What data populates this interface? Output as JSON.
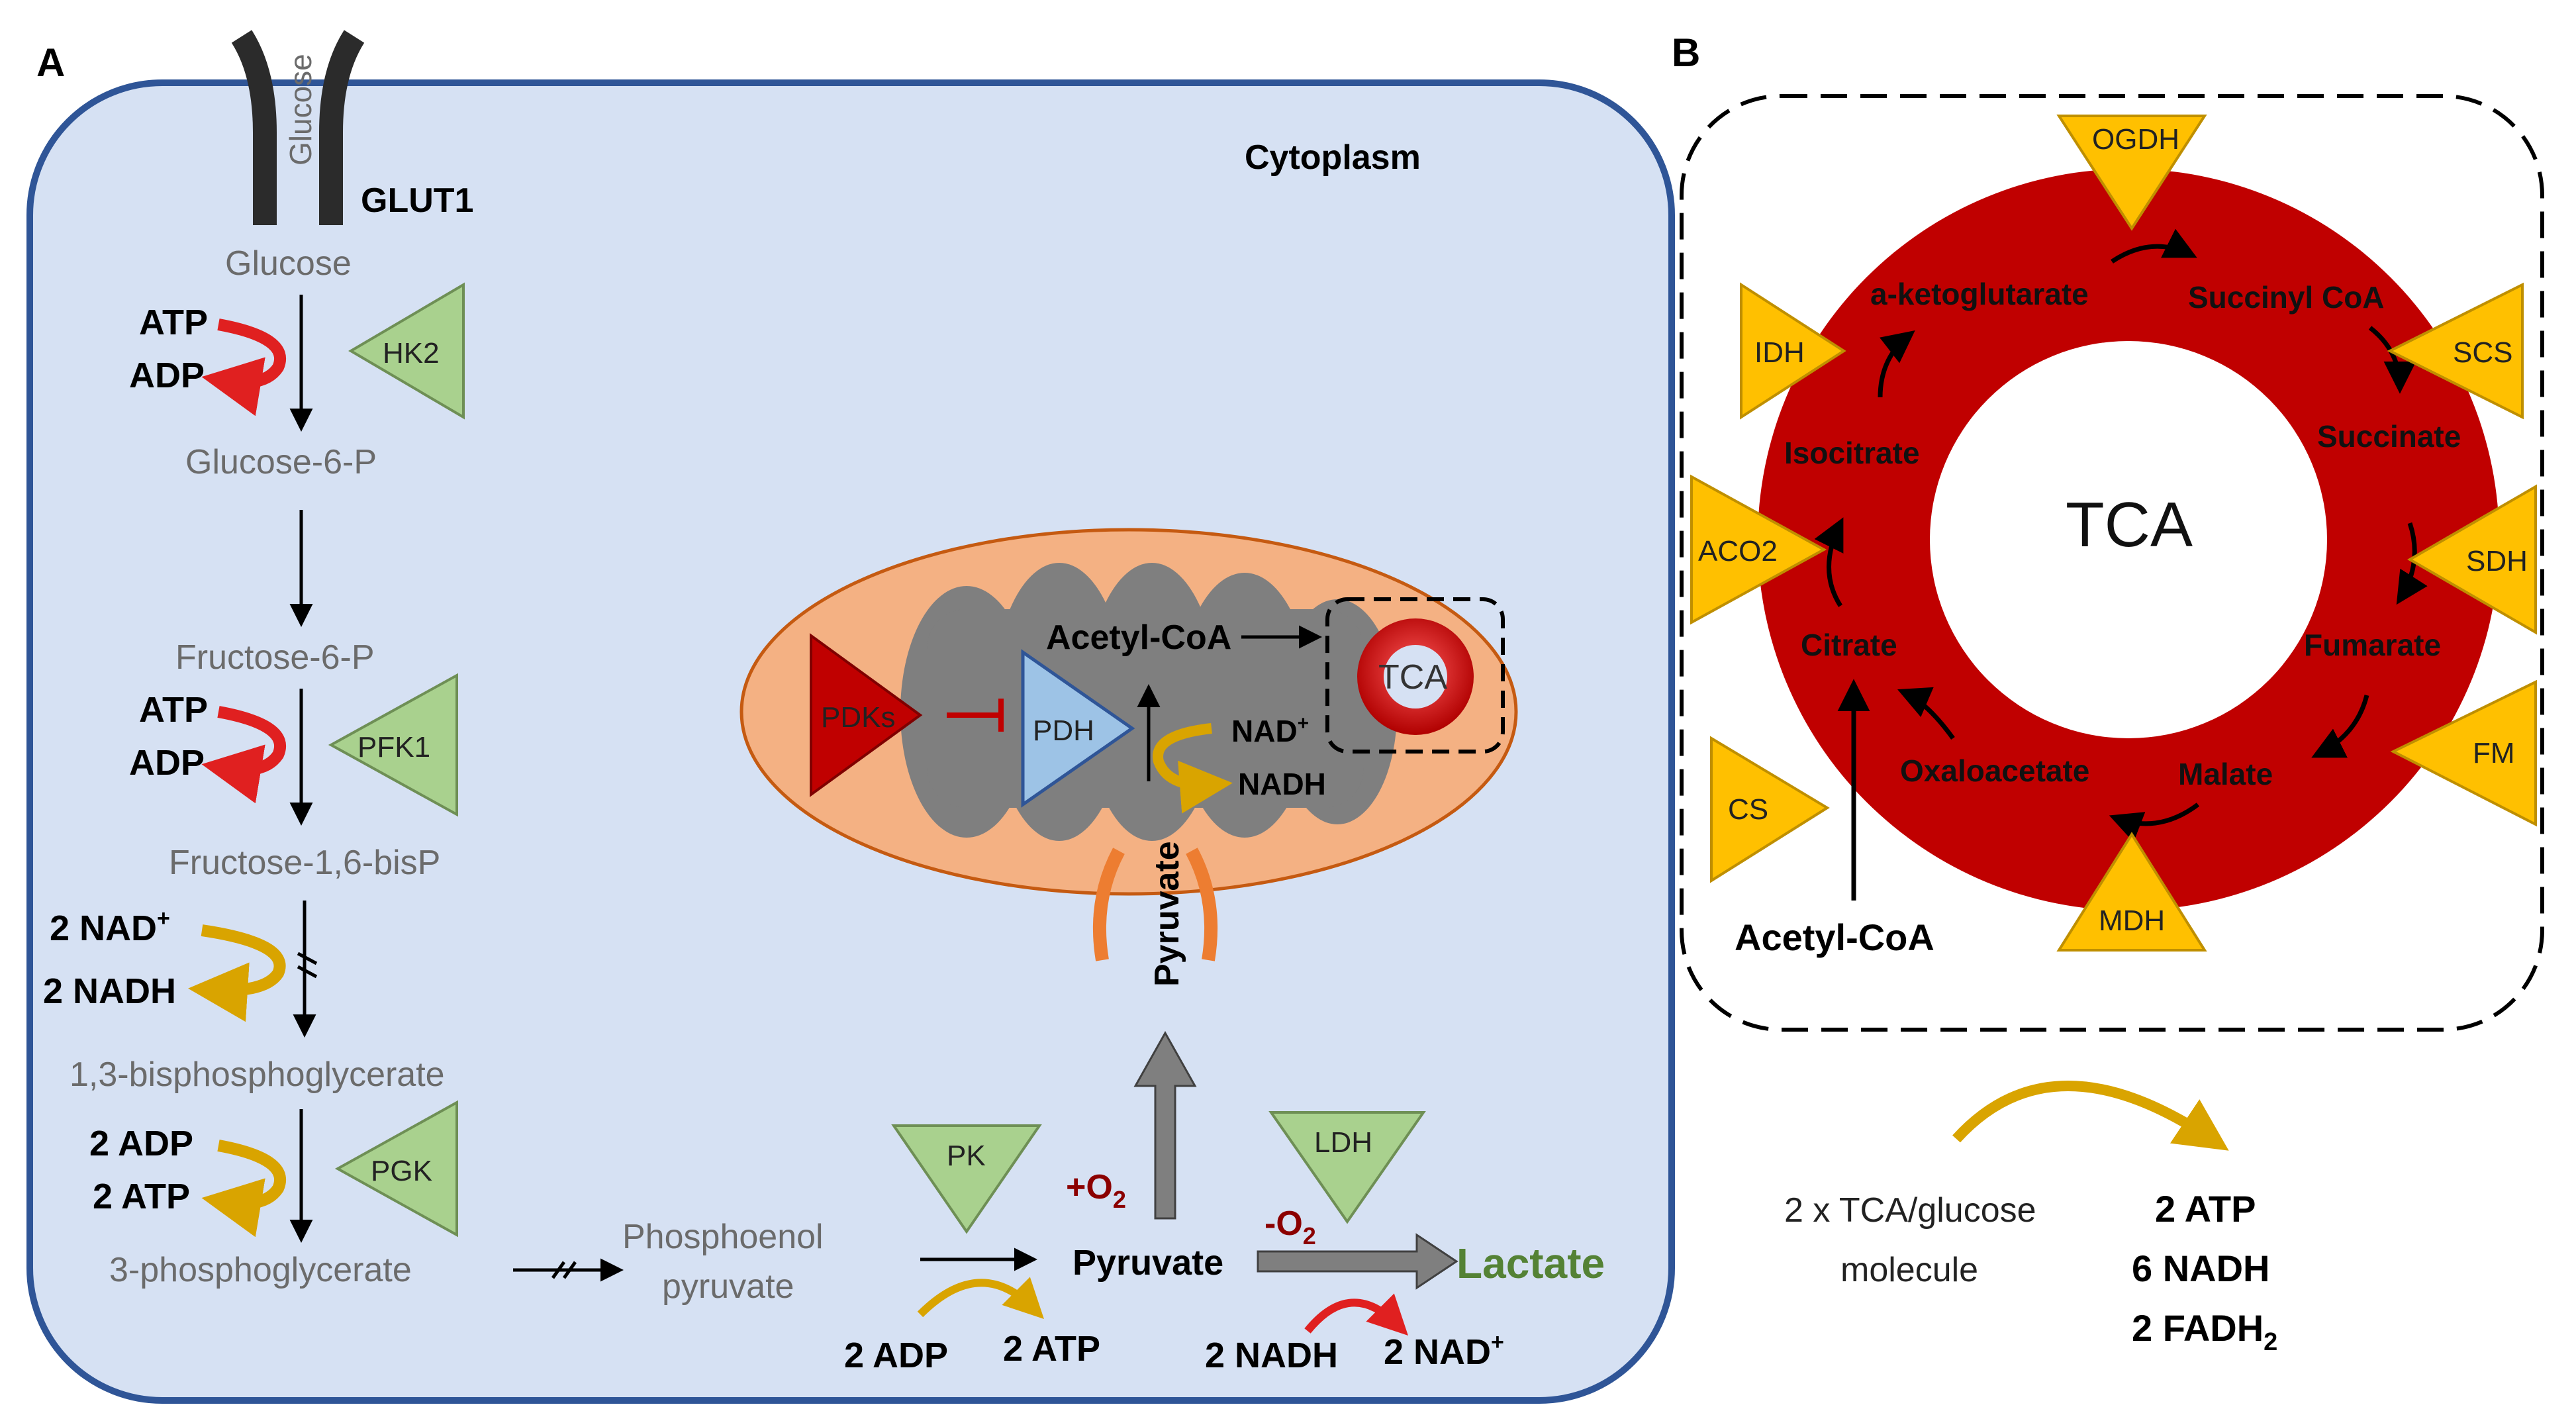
{
  "panel_a": {
    "label": "A",
    "cytoplasm": "Cytoplasm",
    "transporter": "GLUT1",
    "glucose_in": "Glucose",
    "metabolites": {
      "glucose": "Glucose",
      "g6p": "Glucose-6-P",
      "f6p": "Fructose-6-P",
      "f16bp": "Fructose-1,6-bisP",
      "bpg13": "1,3-bisphosphoglycerate",
      "pg3": "3-phosphoglycerate",
      "pep_line1": "Phosphoenol",
      "pep_line2": "pyruvate",
      "pyruvate": "Pyruvate",
      "lactate": "Lactate"
    },
    "cofactors": {
      "atp": "ATP",
      "adp": "ADP",
      "nad2": "2 NAD",
      "nadh2": "2 NADH",
      "adp2": "2 ADP",
      "atp2": "2 ATP",
      "pk_adp": "2 ADP",
      "pk_atp": "2 ATP",
      "ldh_nadh": "2 NADH",
      "ldh_nad": "2 NAD",
      "plus": "+",
      "o2_plus": "+O",
      "o2_minus": "-O",
      "o2_sub": "2"
    },
    "enzymes": {
      "hk2": "HK2",
      "pfk1": "PFK1",
      "pgk": "PGK",
      "pk": "PK",
      "ldh": "LDH",
      "pdks": "PDKs",
      "pdh": "PDH"
    },
    "mito": {
      "acetyl": "Acetyl-CoA",
      "tca": "TCA",
      "nad": "NAD",
      "nadh": "NADH",
      "plus": "+",
      "pyruvate_vertical": "Pyruvate"
    }
  },
  "panel_b": {
    "label": "B",
    "center": "TCA",
    "metabolites": {
      "aketo": "a-ketoglutarate",
      "succoa": "Succinyl CoA",
      "succinate": "Succinate",
      "fumarate": "Fumarate",
      "malate": "Malate",
      "oxalo": "Oxaloacetate",
      "citrate": "Citrate",
      "isocitrate": "Isocitrate",
      "acetyl": "Acetyl-CoA"
    },
    "enzymes": {
      "ogdh": "OGDH",
      "scs": "SCS",
      "sdh": "SDH",
      "fm": "FM",
      "mdh": "MDH",
      "cs": "CS",
      "aco2": "ACO2",
      "idh": "IDH"
    },
    "yield": {
      "label_line1": "2 x TCA/glucose",
      "label_line2": "molecule",
      "atp": "2 ATP",
      "nadh": "6 NADH",
      "fadh_prefix": "2 FADH",
      "fadh_sub": "2"
    }
  },
  "colors": {
    "cell_fill": "#d6e1f3",
    "cell_border": "#2f5597",
    "mito_outer": "#f4b183",
    "mito_inner": "#7f7f7f",
    "red_arrow": "#e02020",
    "gold_arrow": "#d9a400",
    "enzyme_green": "#a9d18e",
    "enzyme_gold": "#ffc000",
    "tca_red": "#c00000",
    "pdh_blue": "#9dc3e6",
    "lactate_green": "#548235"
  }
}
